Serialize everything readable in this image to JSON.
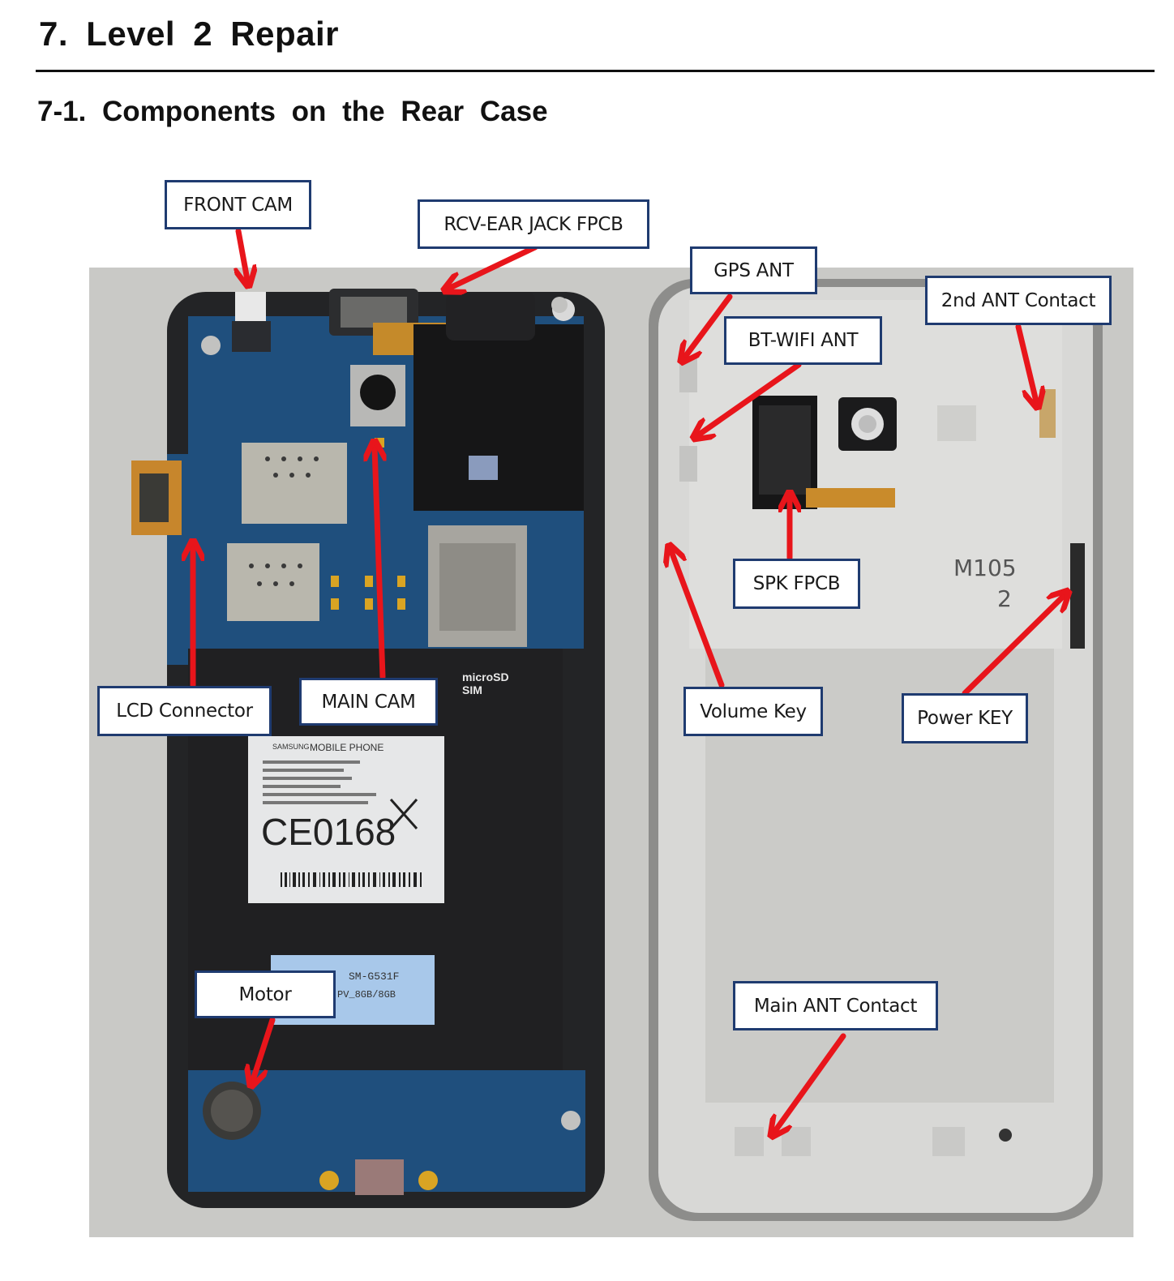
{
  "header": {
    "title": "7.  Level  2  Repair",
    "subtitle": "7-1.  Components  on  the  Rear  Case"
  },
  "photo": {
    "label_text": {
      "brand": "SAMSUNG",
      "product": "MOBILE PHONE",
      "ce_mark": "CE0168",
      "sticker_model": "SM-G531F",
      "sticker_sub": "PV_8GB/8GB",
      "slot_label_1": "microSD",
      "slot_label_2": "SIM",
      "case_code": "M105",
      "case_code_2": "2"
    }
  },
  "callouts": {
    "front_cam": "FRONT CAM",
    "rcv_ear_jack": "RCV-EAR JACK FPCB",
    "gps_ant": "GPS ANT",
    "second_ant": "2nd ANT Contact",
    "bt_wifi": "BT-WIFI ANT",
    "spk_fpcb": "SPK FPCB",
    "lcd_connector": "LCD Connector",
    "main_cam": "MAIN CAM",
    "volume_key": "Volume Key",
    "power_key": "Power KEY",
    "motor": "Motor",
    "main_ant": "Main ANT Contact"
  },
  "colors": {
    "arrow": "#e8151b",
    "callout_border": "#1f3b70",
    "pcb": "#1f4f7d",
    "battery": "#202022",
    "case": "#d8d8d6"
  }
}
